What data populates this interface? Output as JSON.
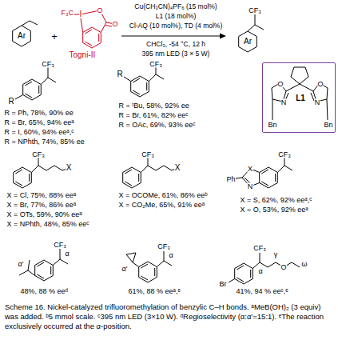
{
  "diagram": {
    "caption": "Scheme 16. Nickel-catalyzed trifluoromethylation of benzylic C–H bonds. ᵃMeB(OH)₂ (3 equiv) was added. ᵇ5 mmol scale. ᶜ395 nm LED (3×10 W). ᵈRegioselectivity (α:α′=15:1). ᵉThe reaction exclusively occurred at the α-position.",
    "nodes": [
      {
        "text": [
          "L1",
          "O",
          "N",
          "O",
          "N",
          "Bn",
          "Bn"
        ]
      }
    ],
    "labels": [
      "Ar",
      "+",
      "F₃C",
      "I",
      "O",
      "O",
      "Togni-II",
      "Cu(CH₃CN)₄PF₆ (15 mol%)",
      "L1 (18 mol%)",
      "Cl-AQ (10 mol%), TD (4 mol%)",
      "CHCl₃, -54 °C, 12 h",
      "395 nm LED (3 × 5 W)",
      "CF₃",
      "Ar",
      "CF₃",
      "R",
      "R = Ph, 78%, 90% ee",
      "R = Br, 65%, 94% eeᵃ",
      "R = I, 60%, 94% eeᵃ,ᶜ",
      "R = NPhth, 74%, 85% ee",
      "CF₃",
      "R",
      "R = ᵗBu, 58%, 92% ee",
      "R = Br, 61%, 82% eeᶜ",
      "R = OAc, 69%, 93% eeᶜ",
      "CF₃",
      "X",
      "X = Cl, 75%, 88% eeᵃ",
      "X = Br, 77%, 86% eeᵃ",
      "X = OTs, 59%, 90% eeᵃ",
      "X = NPhth, 48%, 85% eeᶜ",
      "CF₃",
      "X",
      "X = OCOMe, 61%, 86% eeᵇ",
      "X = CO₂Me, 65%, 91% eeᵃ",
      "CF₃",
      "Ph",
      "X",
      "N",
      "X = S, 62%, 92% eeᵃ,ᶜ",
      "X = O, 53%, 92% eeᵃ",
      "CF₃",
      "α′",
      "α",
      "48%, 88 % eeᵈ",
      "CF₃",
      "α′",
      "α",
      "61%, 88 % eeᵃ,ᵉ",
      "CF₃",
      "Br",
      "α",
      "γ",
      "O",
      "ω",
      "41%, 94 % eeᶜ,ᵉ"
    ]
  }
}
